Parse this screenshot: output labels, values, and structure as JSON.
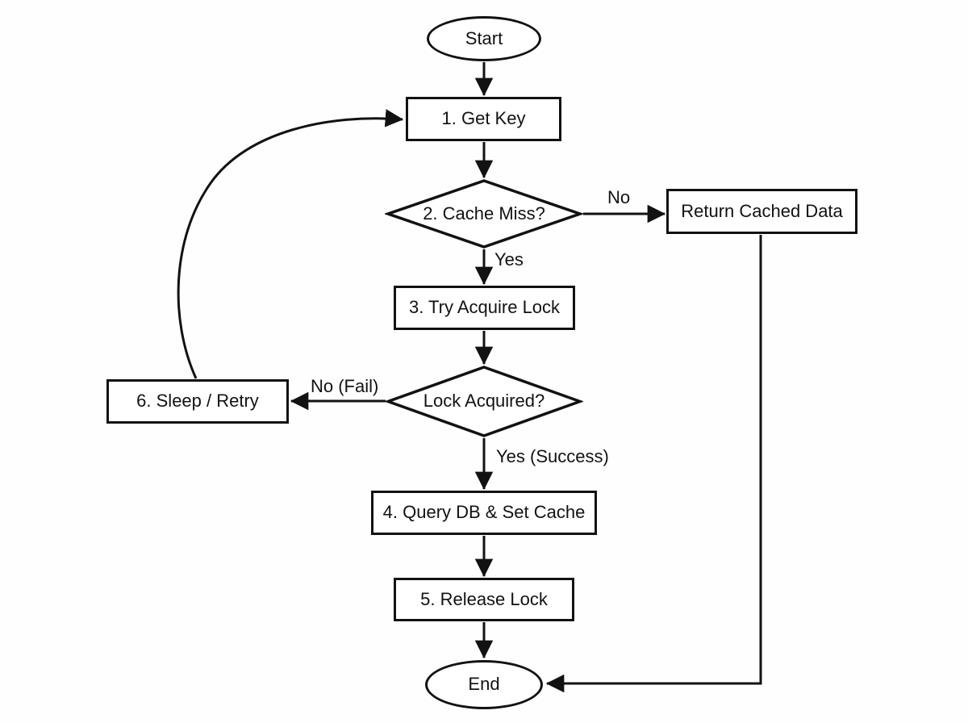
{
  "diagram": {
    "type": "flowchart",
    "background": "#fefefe",
    "stroke_color": "#121212",
    "text_color": "#121212",
    "nodes": {
      "start": {
        "type": "terminator",
        "label": "Start"
      },
      "get_key": {
        "type": "process",
        "label": "1. Get Key"
      },
      "cache_miss": {
        "type": "decision",
        "label": "2. Cache Miss?"
      },
      "return_cached": {
        "type": "process",
        "label": "Return Cached Data"
      },
      "try_acquire": {
        "type": "process",
        "label": "3. Try Acquire Lock"
      },
      "lock_acquired": {
        "type": "decision",
        "label": "Lock Acquired?"
      },
      "sleep_retry": {
        "type": "process",
        "label": "6. Sleep / Retry"
      },
      "query_db": {
        "type": "process",
        "label": "4. Query DB & Set Cache"
      },
      "release_lock": {
        "type": "process",
        "label": "5. Release Lock"
      },
      "end": {
        "type": "terminator",
        "label": "End"
      }
    },
    "edge_labels": {
      "cache_miss_no": "No",
      "cache_miss_yes": "Yes",
      "lock_no_fail": "No (Fail)",
      "lock_yes_success": "Yes (Success)"
    },
    "edges": [
      {
        "from": "start",
        "to": "get_key",
        "label": ""
      },
      {
        "from": "get_key",
        "to": "cache_miss",
        "label": ""
      },
      {
        "from": "cache_miss",
        "to": "return_cached",
        "label": "No"
      },
      {
        "from": "cache_miss",
        "to": "try_acquire",
        "label": "Yes"
      },
      {
        "from": "try_acquire",
        "to": "lock_acquired",
        "label": ""
      },
      {
        "from": "lock_acquired",
        "to": "sleep_retry",
        "label": "No (Fail)"
      },
      {
        "from": "lock_acquired",
        "to": "query_db",
        "label": "Yes (Success)"
      },
      {
        "from": "sleep_retry",
        "to": "get_key",
        "label": ""
      },
      {
        "from": "query_db",
        "to": "release_lock",
        "label": ""
      },
      {
        "from": "release_lock",
        "to": "end",
        "label": ""
      },
      {
        "from": "return_cached",
        "to": "end",
        "label": ""
      }
    ]
  }
}
